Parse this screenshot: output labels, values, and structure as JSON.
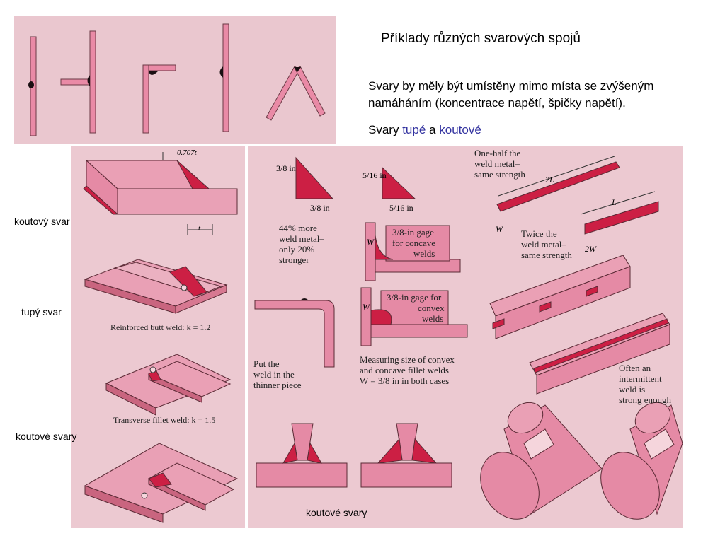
{
  "heading": {
    "title": "Příklady různých svarových spojů"
  },
  "text": {
    "line1": "Svary by měly být umístěny mimo místa se zvýšeným",
    "line2": "namáháním (koncentrace napětí, špičky napětí).",
    "svary_prefix": "Svary",
    "tupe": "tupé",
    "conj": "a",
    "koutove": "koutové"
  },
  "side_labels": {
    "koutovy_svar": "koutový svar",
    "tupy_svar": "tupý svar",
    "koutove_svary_left": "koutové svary",
    "koutove_svary_bottom": "koutové svary"
  },
  "left_figure": {
    "dimension_top": "0.707t",
    "dimension_bottom": "t",
    "caption_butt": "Reinforced butt weld: k = 1.2",
    "caption_fillet": "Transverse fillet weld: k = 1.5"
  },
  "right_figure": {
    "fillet_a_leg": "3/8 in",
    "fillet_b_leg": "5/16 in",
    "note_more_metal_1": "44% more",
    "note_more_metal_2": "weld metal–",
    "note_more_metal_3": "only 20%",
    "note_more_metal_4": "stronger",
    "gage_concave_1": "-in gage",
    "gage_concave_2": "for concave",
    "gage_concave_3": "welds",
    "gage_convex_1": "-in gage for",
    "gage_convex_2": "convex",
    "gage_convex_3": "welds",
    "gage_fraction": "3/8",
    "w_label": "W",
    "half_metal_1": "One-half the",
    "half_metal_2": "weld metal–",
    "half_metal_3": "same strength",
    "dim_2l": "2L",
    "dim_l": "L",
    "dim_2w": "2W",
    "twice_1": "Twice the",
    "twice_2": "weld metal–",
    "twice_3": "same strength",
    "thinner_1": "Put the",
    "thinner_2": "weld in the",
    "thinner_3": "thinner piece",
    "measure_1": "Measuring size of convex",
    "measure_2": "and concave fillet welds",
    "measure_3": "W = 3/8 in in both cases",
    "intermittent_1": "Often an",
    "intermittent_2": "intermittent",
    "intermittent_3": "weld is",
    "intermittent_4": "strong enough"
  },
  "colors": {
    "panel_bg": "#ecc9d1",
    "part_pink": "#e58aa5",
    "part_dark": "#c9657f",
    "weld_red": "#cc1f44",
    "outline": "#5a2a35",
    "link_blue": "#3333a0"
  }
}
